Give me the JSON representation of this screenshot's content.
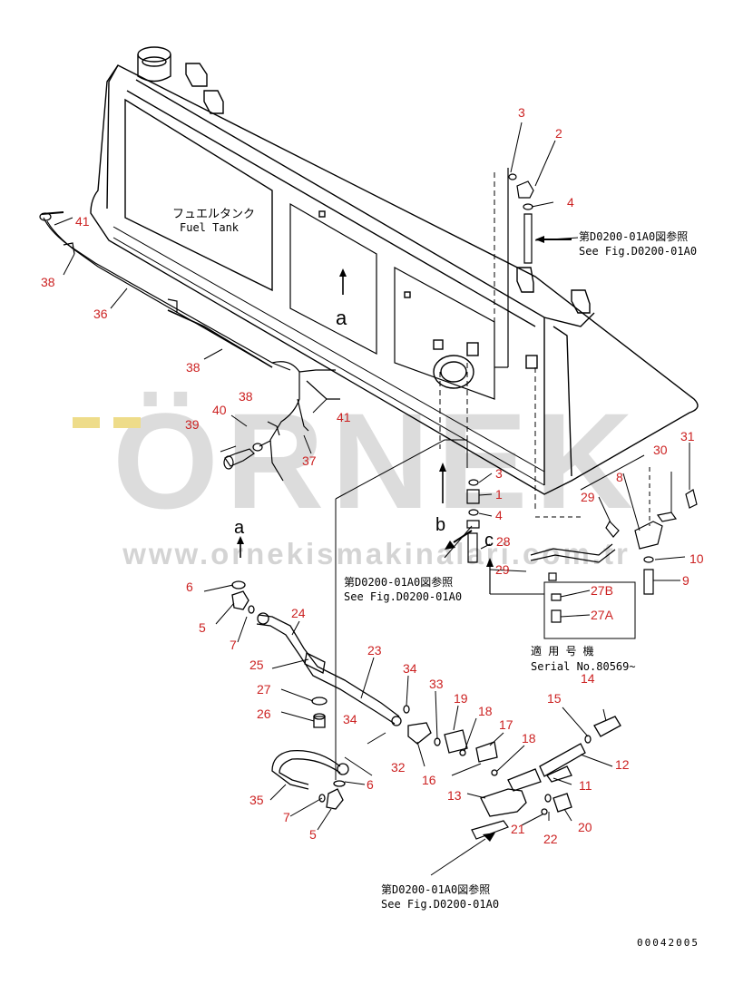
{
  "drawing_code": "00042005",
  "tank_label": {
    "jp": "フュエルタンク",
    "en": "Fuel Tank"
  },
  "view_markers": {
    "a": "a",
    "b": "b",
    "c": "c"
  },
  "reference_notes": {
    "jp": "第D0200-01A0図参照",
    "en": "See Fig.D0200-01A0"
  },
  "serial_note": {
    "jp": "適 用 号 機",
    "en": "Serial No.80569~"
  },
  "watermark": {
    "logo": "ÖRNEK",
    "url": "www.ornekismakinalari.com.tr"
  },
  "part_numbers": {
    "p1": "1",
    "p2": "2",
    "p3a": "3",
    "p3b": "3",
    "p4a": "4",
    "p4b": "4",
    "p5a": "5",
    "p5b": "5",
    "p6a": "6",
    "p6b": "6",
    "p7a": "7",
    "p7b": "7",
    "p8": "8",
    "p9": "9",
    "p10": "10",
    "p11": "11",
    "p12": "12",
    "p13": "13",
    "p14": "14",
    "p15": "15",
    "p16": "16",
    "p17": "17",
    "p18a": "18",
    "p18b": "18",
    "p19": "19",
    "p20": "20",
    "p21": "21",
    "p22": "22",
    "p23": "23",
    "p24": "24",
    "p25": "25",
    "p26": "26",
    "p27": "27",
    "p27A": "27A",
    "p27B": "27B",
    "p28": "28",
    "p29a": "29",
    "p29b": "29",
    "p30": "30",
    "p31": "31",
    "p32": "32",
    "p33": "33",
    "p34a": "34",
    "p34b": "34",
    "p35": "35",
    "p36": "36",
    "p37": "37",
    "p38a": "38",
    "p38b": "38",
    "p38c": "38",
    "p39": "39",
    "p40": "40",
    "p41a": "41",
    "p41b": "41"
  },
  "colors": {
    "callout": "#cc2222",
    "line": "#000000",
    "watermark": "#d4d4d4",
    "watermark_accent": "#e8d37a"
  }
}
